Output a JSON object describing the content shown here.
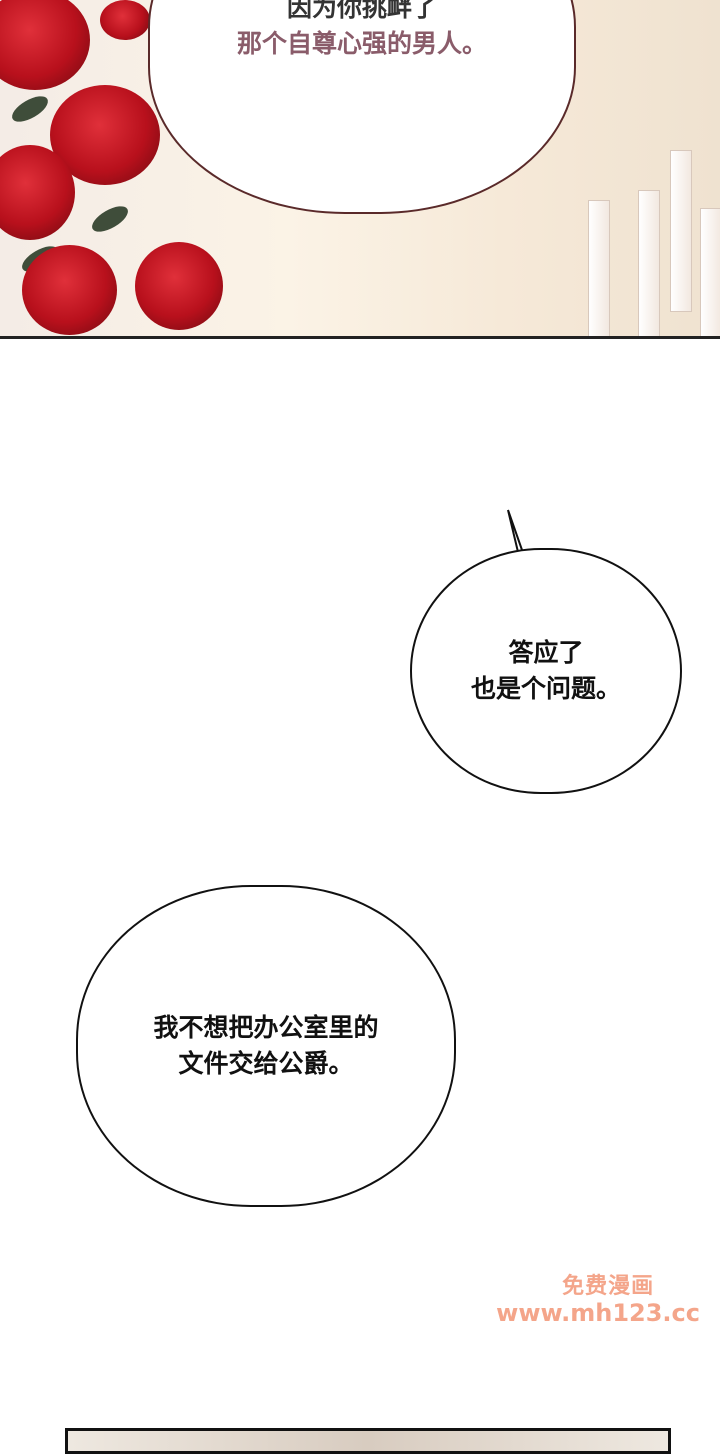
{
  "panel_top": {
    "bubble_lines": [
      "因为你挑衅了",
      "那个自尊心强的男人。"
    ]
  },
  "bubble_2": {
    "lines": [
      "答应了",
      "也是个问题。"
    ]
  },
  "bubble_3": {
    "lines": [
      "我不想把办公室里的",
      "文件交给公爵。"
    ]
  },
  "watermark": {
    "line1": "免费漫画",
    "line2": "www.mh123.cc",
    "color": "#f4a58a"
  }
}
